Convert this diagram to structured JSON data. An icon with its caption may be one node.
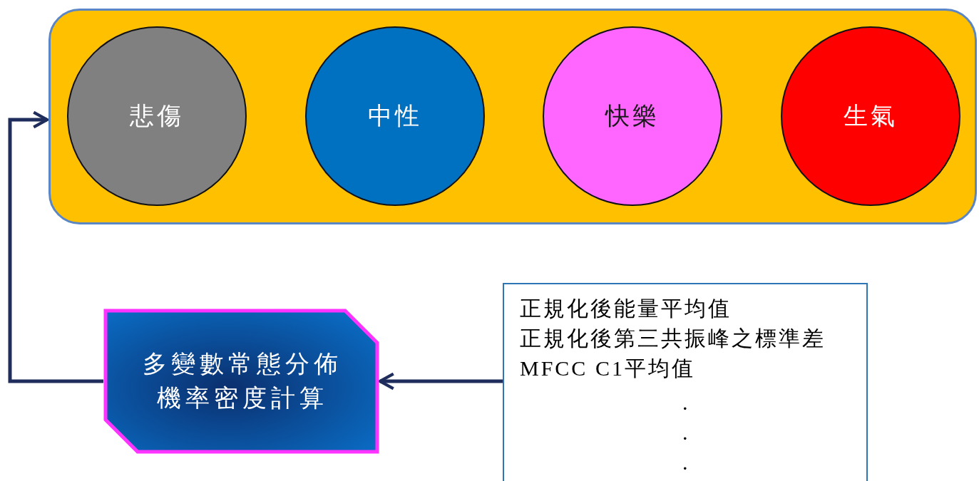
{
  "diagram": {
    "nodes": [
      {
        "text": [],
        "shape": "box"
      },
      {
        "text": [
          "悲傷"
        ],
        "in": 0
      },
      {
        "text": [
          "中性"
        ],
        "in": 0
      },
      {
        "text": [
          "快樂"
        ],
        "in": 0
      },
      {
        "text": [
          "生氣"
        ],
        "in": 0
      },
      {
        "text": [
          "多變數常態分佈機率密度計算"
        ]
      },
      {
        "text": [
          "正規化後能量平均值",
          "正規化後第三共振峰之標準差",
          "MFCC C1平均值",
          ".",
          ".",
          "."
        ]
      }
    ],
    "edges": [
      {
        "from": 6,
        "to": 5,
        "arrow": "to"
      },
      {
        "from": 5,
        "to": 0,
        "arrow": "to"
      }
    ]
  }
}
